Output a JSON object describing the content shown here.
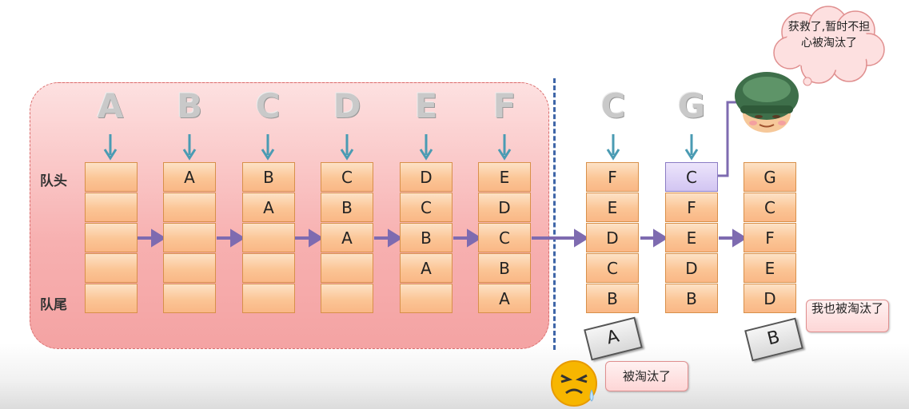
{
  "labels": {
    "queue_head": "队头",
    "queue_tail": "队尾"
  },
  "columns": [
    {
      "top": "A",
      "cells": [
        "",
        "",
        "",
        "",
        ""
      ]
    },
    {
      "top": "B",
      "cells": [
        "A",
        "",
        "",
        "",
        ""
      ]
    },
    {
      "top": "C",
      "cells": [
        "B",
        "A",
        "",
        "",
        ""
      ]
    },
    {
      "top": "D",
      "cells": [
        "C",
        "B",
        "A",
        "",
        ""
      ]
    },
    {
      "top": "E",
      "cells": [
        "D",
        "C",
        "B",
        "A",
        ""
      ]
    },
    {
      "top": "F",
      "cells": [
        "E",
        "D",
        "C",
        "B",
        "A"
      ]
    },
    {
      "top": "C",
      "cells": [
        "F",
        "E",
        "D",
        "C",
        "B"
      ]
    },
    {
      "top": "G",
      "cells": [
        "C",
        "F",
        "E",
        "D",
        "B"
      ]
    },
    {
      "top": "",
      "cells": [
        "G",
        "C",
        "F",
        "E",
        "D"
      ]
    }
  ],
  "evicted": {
    "first": "A",
    "second": "B"
  },
  "bubbles": {
    "saved": "获救了,暂时不担心被淘汰了",
    "also_evicted": "我也被淘汰了",
    "evicted": "被淘汰了"
  },
  "colors": {
    "panel": "#f7b0b0",
    "cell": "#fbc595",
    "cell_hit": "#d2c5f2",
    "arrow_down": "#4a9bb3",
    "arrow_right": "#7e6bb0",
    "divider": "#3f66a8"
  },
  "icons": {
    "soldier": "helmet-face-icon",
    "sad": "crying-face-icon"
  }
}
